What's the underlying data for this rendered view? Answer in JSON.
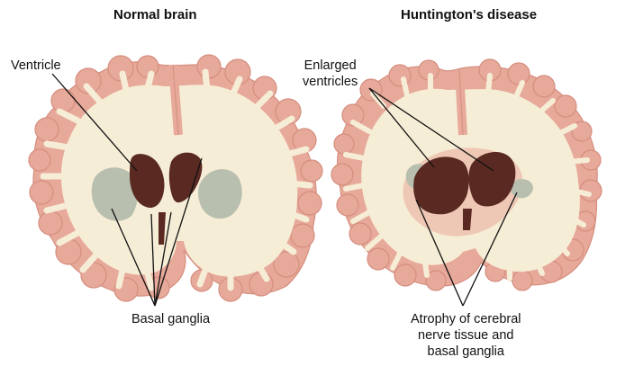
{
  "titles": {
    "left": "Normal brain",
    "right": "Huntington's disease"
  },
  "labels": {
    "ventricle": "Ventricle",
    "enlarged_ventricles": [
      "Enlarged",
      "ventricles"
    ],
    "basal_ganglia": "Basal ganglia",
    "atrophy": [
      "Atrophy of cerebral",
      "nerve tissue and",
      "basal ganglia"
    ]
  },
  "colors": {
    "gray_matter": "#e7a99a",
    "gray_matter_edge": "#d58e7e",
    "white_matter": "#f6edd6",
    "ventricle": "#5a2a22",
    "basal_ganglia": "#b8bfae",
    "leader_line": "#111111"
  }
}
